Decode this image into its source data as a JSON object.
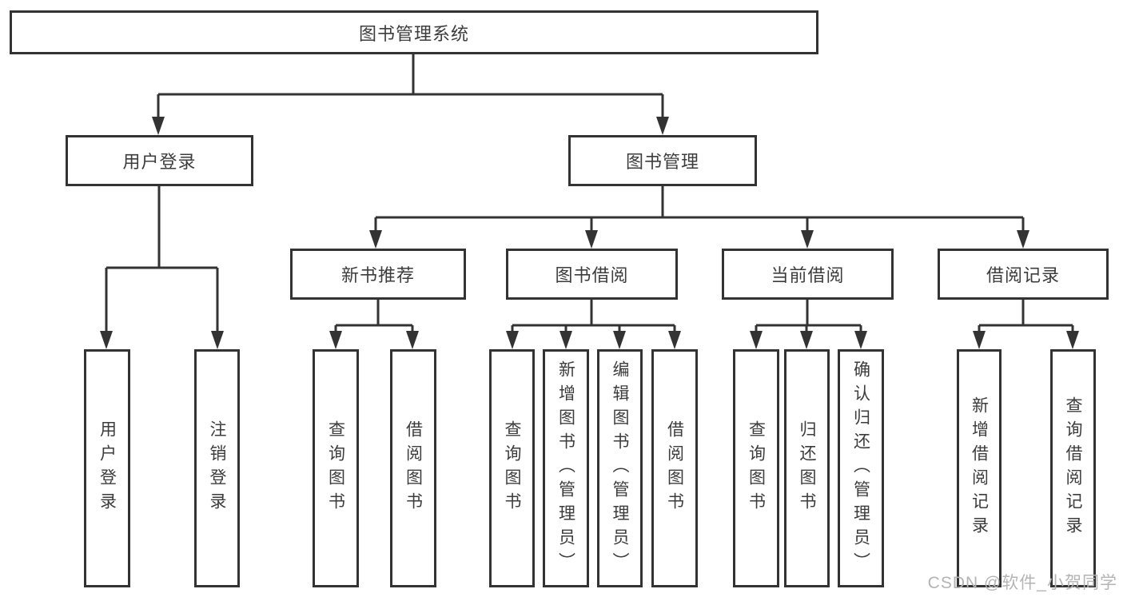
{
  "diagram": {
    "root": {
      "label": "图书管理系统"
    },
    "branches": [
      {
        "label": "用户登录",
        "children": [
          {
            "label": "用户登录"
          },
          {
            "label": "注销登录"
          }
        ]
      },
      {
        "label": "图书管理",
        "children": [
          {
            "label": "新书推荐",
            "children": [
              {
                "label": "查询图书"
              },
              {
                "label": "借阅图书"
              }
            ]
          },
          {
            "label": "图书借阅",
            "children": [
              {
                "label": "查询图书"
              },
              {
                "label": "新增图书（管理员）"
              },
              {
                "label": "编辑图书（管理员）"
              },
              {
                "label": "借阅图书"
              }
            ]
          },
          {
            "label": "当前借阅",
            "children": [
              {
                "label": "查询图书"
              },
              {
                "label": "归还图书"
              },
              {
                "label": "确认归还（管理员）"
              }
            ]
          },
          {
            "label": "借阅记录",
            "children": [
              {
                "label": "新增借阅记录"
              },
              {
                "label": "查询借阅记录"
              }
            ]
          }
        ]
      }
    ]
  },
  "watermark": "CSDN @软件_小贺同学",
  "colors": {
    "line": "#333333",
    "box_border": "#333333",
    "text": "#3c3c3c",
    "watermark": "#b4b4b4",
    "background": "#ffffff"
  }
}
